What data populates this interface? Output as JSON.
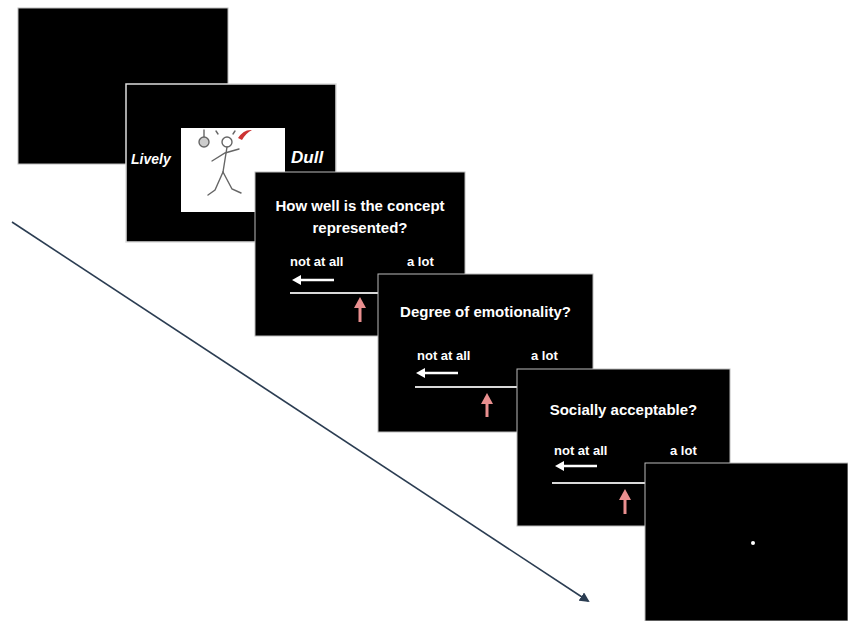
{
  "diagram": {
    "nodes": [
      {
        "text": [
          "Lively",
          "Dull"
        ]
      },
      {
        "text": [
          "How well is the concept represented?",
          "not at all",
          "a lot"
        ]
      },
      {
        "text": [
          "Degree of emotionality?",
          "not at all",
          "a lot"
        ]
      },
      {
        "text": [
          "Socially acceptable?",
          "not at all",
          "a lot"
        ]
      }
    ]
  }
}
